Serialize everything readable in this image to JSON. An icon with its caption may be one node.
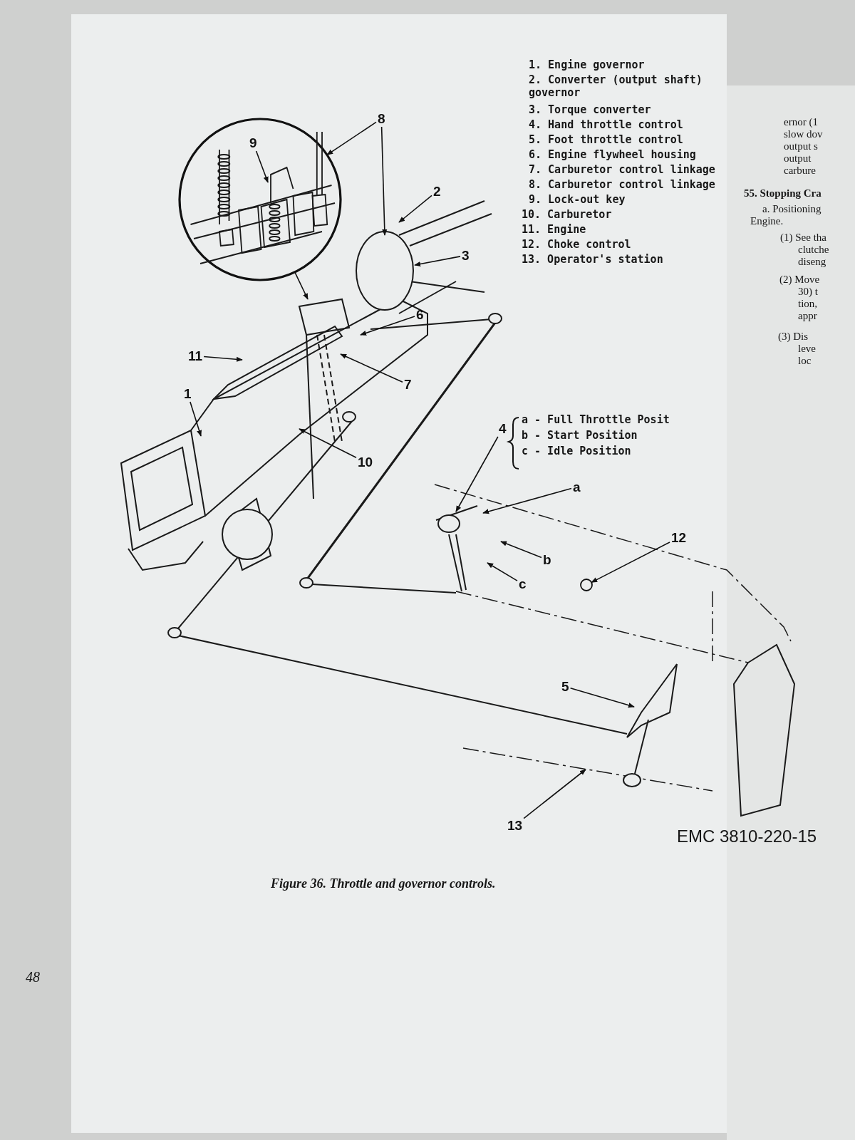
{
  "diagram": {
    "caption": "Figure 36. Throttle and governor controls.",
    "nodes": [
      {
        "text": [
          "8"
        ]
      },
      {
        "text": [],
        "shape": "picture"
      },
      {
        "text": [
          "9"
        ],
        "in": 1
      },
      {
        "text": [
          "2"
        ]
      },
      {
        "text": [
          "3"
        ]
      },
      {
        "text": [
          "6"
        ]
      },
      {
        "text": [
          "11"
        ]
      },
      {
        "text": [
          "7"
        ]
      },
      {
        "text": [
          "1"
        ]
      },
      {
        "text": [
          "10"
        ]
      },
      {
        "text": [
          "4"
        ]
      },
      {
        "text": [
          "a"
        ]
      },
      {
        "text": [
          "b"
        ]
      },
      {
        "text": [
          "c"
        ]
      },
      {
        "text": [
          "12"
        ]
      },
      {
        "text": [
          "5"
        ]
      },
      {
        "text": [
          "13"
        ]
      },
      {
        "text": [],
        "shape": "circle"
      }
    ],
    "edges": [
      {
        "from": 0,
        "to": 1,
        "arrow": "to"
      },
      {
        "from": 0,
        "to": null,
        "arrow": "to"
      },
      {
        "from": 2,
        "to": null,
        "arrow": "to"
      },
      {
        "from": 1,
        "to": null,
        "arrow": "to"
      },
      {
        "from": 3,
        "to": null,
        "arrow": "to"
      },
      {
        "from": 4,
        "to": null,
        "arrow": "to"
      },
      {
        "from": 5,
        "to": null,
        "arrow": "to"
      },
      {
        "from": 6,
        "to": null,
        "arrow": "to"
      },
      {
        "from": 7,
        "to": null,
        "arrow": "to"
      },
      {
        "from": 8,
        "to": null,
        "arrow": "to"
      },
      {
        "from": 9,
        "to": null,
        "arrow": "to"
      },
      {
        "from": 10,
        "to": null,
        "arrow": "to"
      },
      {
        "from": 11,
        "to": null,
        "arrow": "to"
      },
      {
        "from": 12,
        "to": null,
        "arrow": "to"
      },
      {
        "from": 13,
        "to": null,
        "arrow": "to"
      },
      {
        "from": 14,
        "to": 17,
        "arrow": "to"
      },
      {
        "from": 15,
        "to": null,
        "arrow": "to"
      },
      {
        "from": 16,
        "to": null,
        "arrow": "to"
      }
    ],
    "labels": [
      "1. Engine governor",
      "2. Converter (output shaft) governor",
      "3. Torque converter",
      "4. Hand throttle control",
      "5. Foot throttle control",
      "6. Engine flywheel housing",
      "7. Carburetor control linkage",
      "8. Carburetor control linkage",
      "9. Lock-out key",
      "10. Carburetor",
      "11. Engine",
      "12. Choke control",
      "13. Operator's station",
      "ernor (1",
      "slow dov",
      "output s",
      "output",
      "carbure",
      "55. Stopping Cra",
      "a. Positioning",
      "Engine.",
      "(1) See tha",
      "clutche",
      "diseng",
      "(2) Move",
      "30) t",
      "tion,",
      "appr",
      "(3) Dis",
      "leve",
      "loc",
      "a - Full Throttle Posit",
      "b - Start Position",
      "c - Idle Position",
      "EMC 3810-220-15",
      "48"
    ]
  }
}
